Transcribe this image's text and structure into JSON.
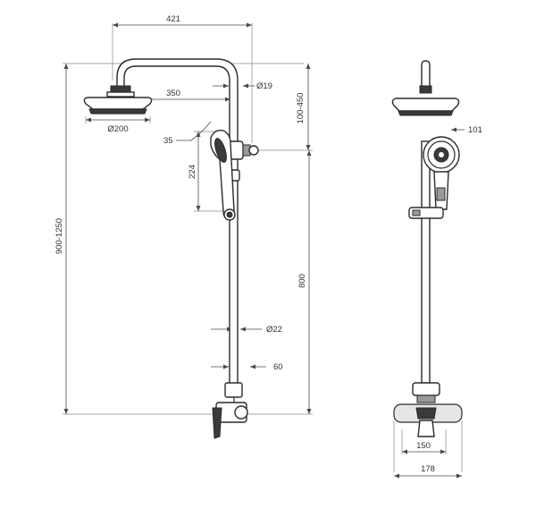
{
  "dimensions": {
    "overall_width": "421",
    "arm_reach": "350",
    "head_diameter": "Ø200",
    "arm_pipe_diameter": "Ø19",
    "adjustable_height": "100-450",
    "hand_angle": "35",
    "hand_length": "224",
    "total_height": "900-1250",
    "bar_height": "800",
    "riser_diameter": "Ø22",
    "offset": "60",
    "hand_head_width": "101",
    "shelf_width": "150",
    "mixer_width": "178"
  },
  "colors": {
    "line": "#2b2b2b",
    "dimension": "#4a4a4a",
    "fill_dark": "#3a3a3a"
  }
}
